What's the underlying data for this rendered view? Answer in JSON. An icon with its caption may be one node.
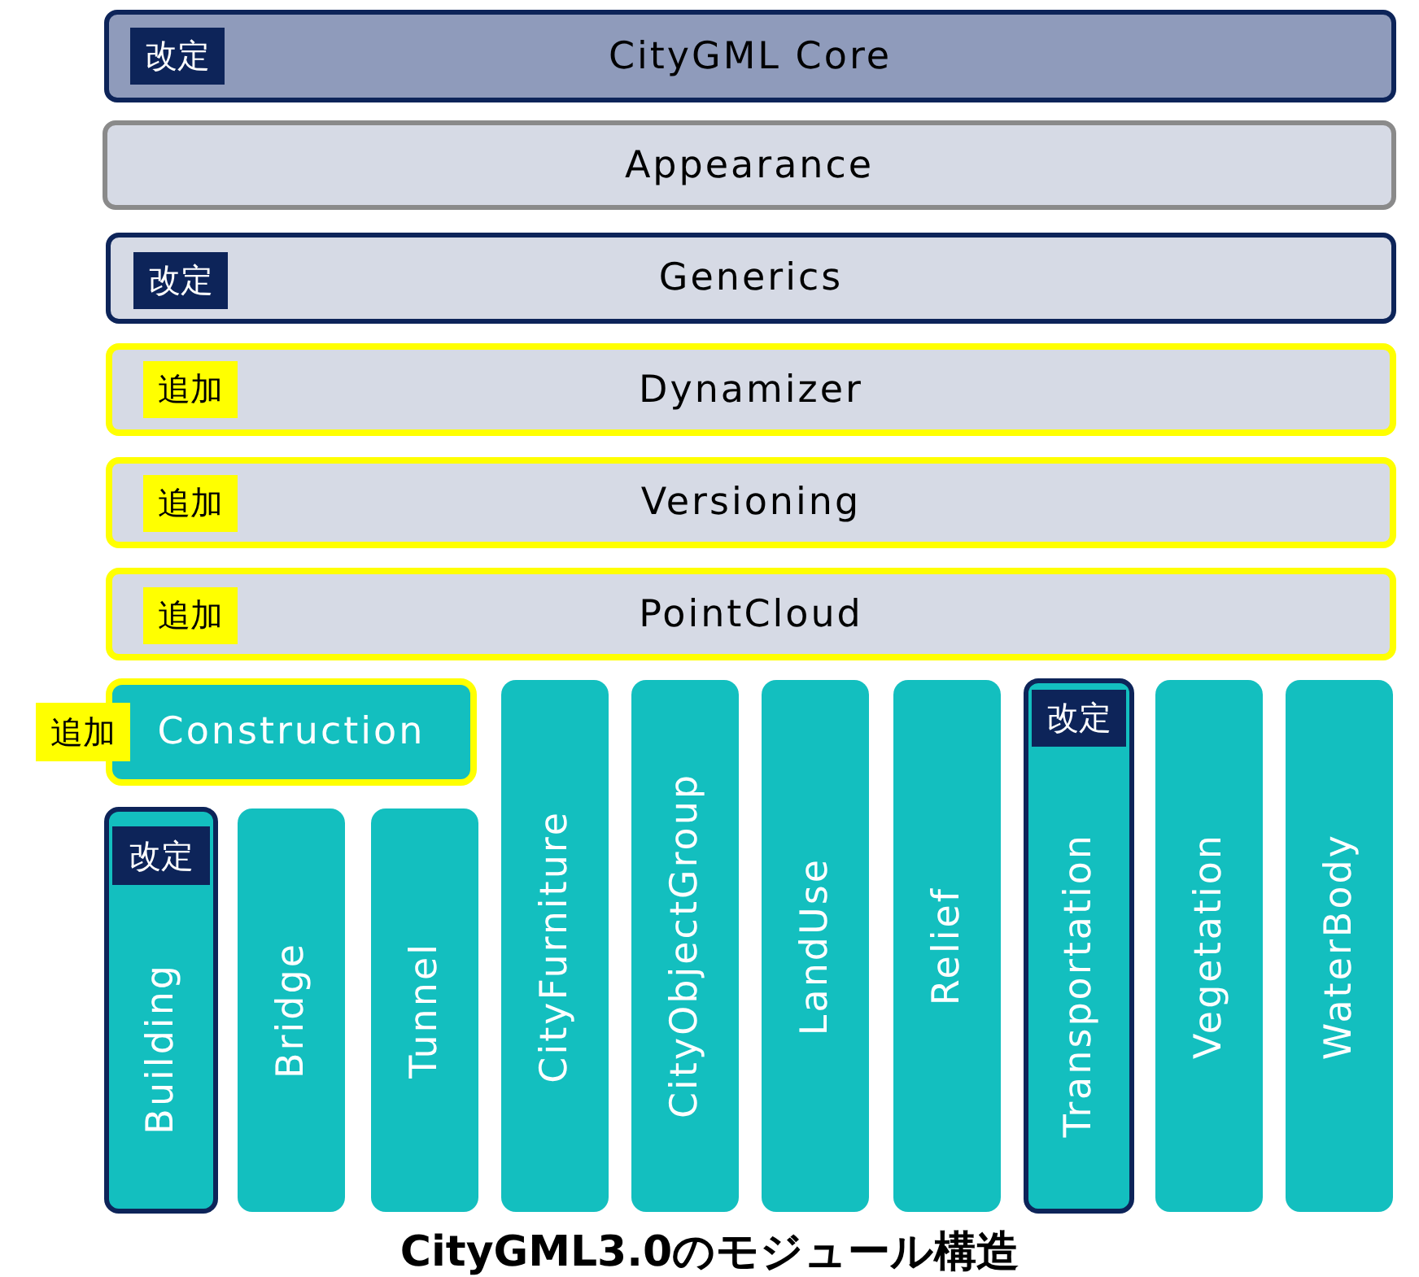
{
  "diagram": {
    "caption": "CityGML3.0のモジュール構造",
    "nodes": [
      {
        "text": [
          "CityGML Core"
        ]
      },
      {
        "text": [
          "改定"
        ],
        "in": 0
      },
      {
        "text": [
          "Appearance"
        ]
      },
      {
        "text": [
          "Generics"
        ]
      },
      {
        "text": [
          "改定"
        ],
        "in": 3
      },
      {
        "text": [
          "Dynamizer"
        ]
      },
      {
        "text": [
          "追加"
        ],
        "in": 5
      },
      {
        "text": [
          "Versioning"
        ]
      },
      {
        "text": [
          "追加"
        ],
        "in": 7
      },
      {
        "text": [
          "PointCloud"
        ]
      },
      {
        "text": [
          "追加"
        ],
        "in": 9
      },
      {
        "text": [
          "追加"
        ]
      },
      {
        "text": [
          "Construction"
        ]
      },
      {
        "text": [
          "CityFurniture"
        ]
      },
      {
        "text": [
          "CityObjectGroup"
        ]
      },
      {
        "text": [
          "LandUse"
        ]
      },
      {
        "text": [
          "Relief"
        ]
      },
      {
        "text": [
          "Transportation"
        ]
      },
      {
        "text": [
          "改定"
        ],
        "in": 17
      },
      {
        "text": [
          "Vegetation"
        ]
      },
      {
        "text": [
          "WaterBody"
        ]
      },
      {
        "text": [
          "Building"
        ]
      },
      {
        "text": [
          "改定"
        ],
        "in": 21
      },
      {
        "text": [
          "Bridge"
        ]
      },
      {
        "text": [
          "Tunnel"
        ]
      }
    ]
  }
}
